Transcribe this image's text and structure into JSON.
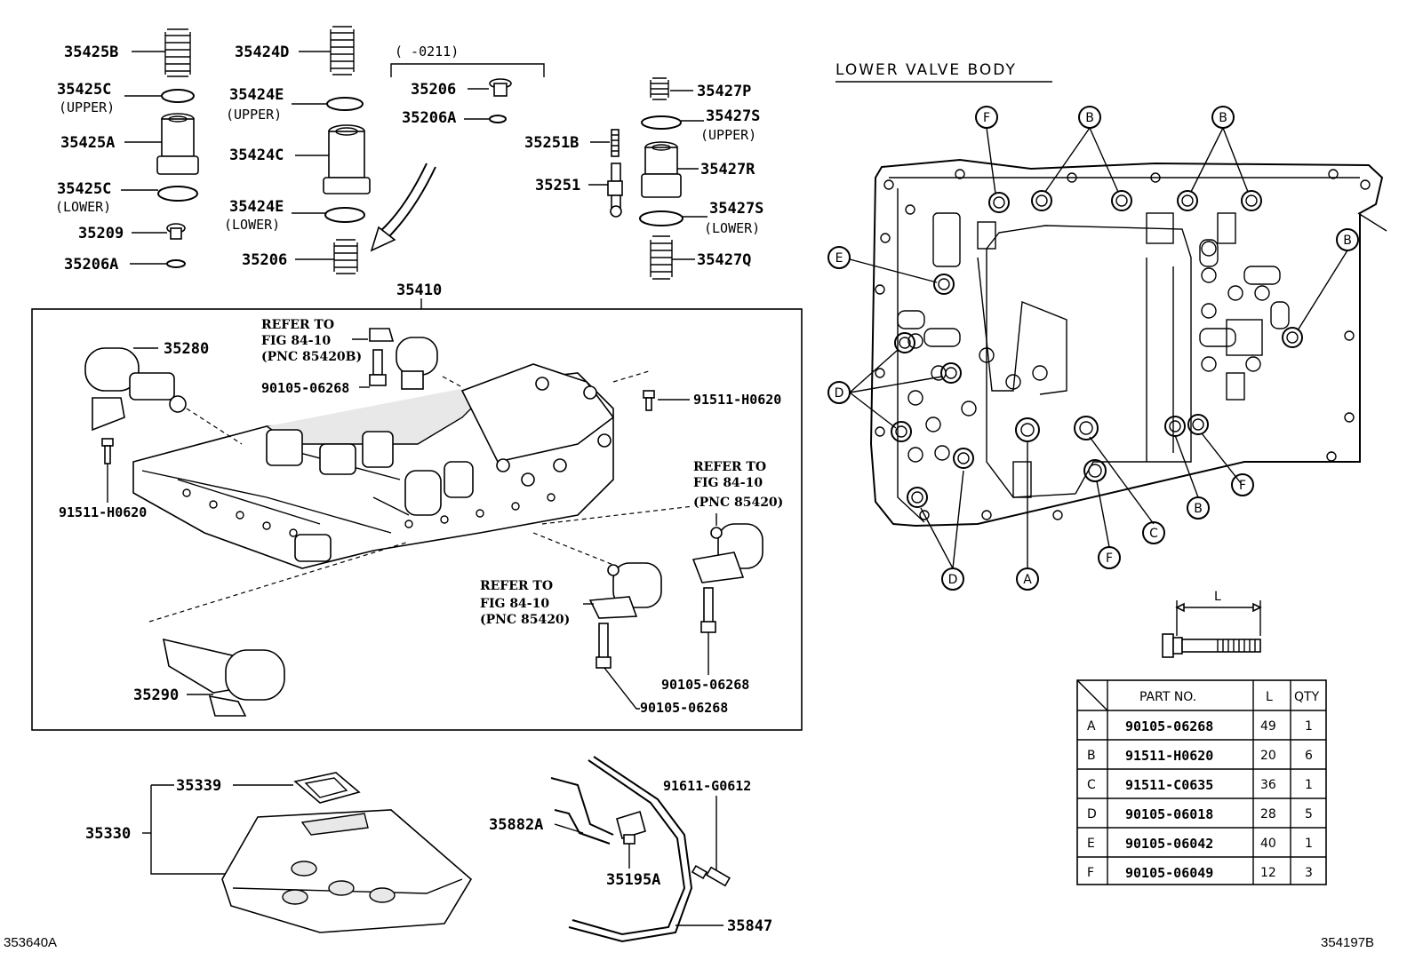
{
  "title": "LOWER VALVE BODY",
  "corner_left": "353640A",
  "corner_right": "354197B",
  "date_range": "(    -0211)",
  "parts": {
    "p35425B": "35425B",
    "p35425C_upper": "35425C",
    "upper1": "(UPPER)",
    "p35425A": "35425A",
    "p35425C_lower": "35425C",
    "lower1": "(LOWER)",
    "p35209": "35209",
    "p35206A_left": "35206A",
    "p35424D": "35424D",
    "p35424E_upper": "35424E",
    "upper2": "(UPPER)",
    "p35424C": "35424C",
    "p35424E_lower": "35424E",
    "lower2": "(LOWER)",
    "p35206_lower": "35206",
    "p35206_top": "35206",
    "p35206A_top": "35206A",
    "p35251B": "35251B",
    "p35251": "35251",
    "p35427P": "35427P",
    "p35427S_upper": "35427S",
    "upper3": "(UPPER)",
    "p35427R": "35427R",
    "p35427S_lower": "35427S",
    "lower3": "(LOWER)",
    "p35427Q": "35427Q",
    "p35410": "35410",
    "p35280": "35280",
    "p90105_a": "90105-06268",
    "p91511_right": "91511-H0620",
    "p91511_left": "91511-H0620",
    "p35290": "35290",
    "p90105_b": "90105-06268",
    "p90105_c": "90105-06268",
    "p35339": "35339",
    "p35330": "35330",
    "p35882A": "35882A",
    "p35195A": "35195A",
    "p91611": "91611-G0612",
    "p35847": "35847"
  },
  "refer1": [
    "REFER TO",
    "FIG 84-10",
    "(PNC 85420B)"
  ],
  "refer2": [
    "REFER TO",
    "FIG 84-10",
    "(PNC 85420)"
  ],
  "refer3": [
    "REFER TO",
    "FIG 84-10",
    "(PNC 85420)"
  ],
  "bolt_letters": {
    "F1": "F",
    "B1": "B",
    "B2": "B",
    "E": "E",
    "B3": "B",
    "D1": "D",
    "F2": "F",
    "B4": "B",
    "C": "C",
    "F3": "F",
    "A": "A",
    "D2": "D"
  },
  "dimension_label": "L",
  "table": {
    "headers": [
      "PART NO.",
      "L",
      "QTY"
    ],
    "rows": [
      {
        "key": "A",
        "part": "90105-06268",
        "l": "49",
        "qty": "1"
      },
      {
        "key": "B",
        "part": "91511-H0620",
        "l": "20",
        "qty": "6"
      },
      {
        "key": "C",
        "part": "91511-C0635",
        "l": "36",
        "qty": "1"
      },
      {
        "key": "D",
        "part": "90105-06018",
        "l": "28",
        "qty": "5"
      },
      {
        "key": "E",
        "part": "90105-06042",
        "l": "40",
        "qty": "1"
      },
      {
        "key": "F",
        "part": "90105-06049",
        "l": "12",
        "qty": "3"
      }
    ]
  }
}
